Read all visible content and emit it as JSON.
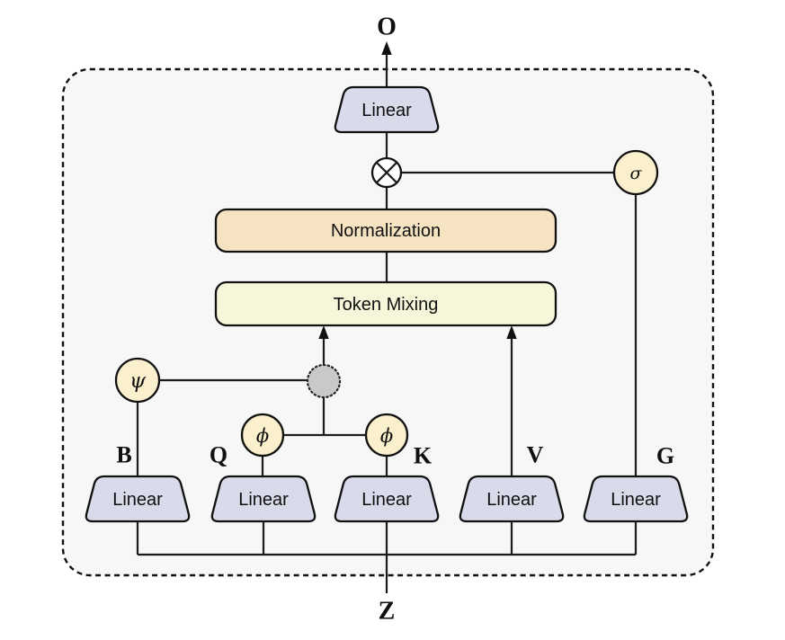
{
  "diagram": {
    "title": "gated-token-mixing-block",
    "output_label": "O",
    "input_label": "Z",
    "blocks": {
      "linear": "Linear",
      "normalization": "Normalization",
      "token_mixing": "Token Mixing"
    },
    "branch_labels": {
      "b": "B",
      "q": "Q",
      "k": "K",
      "v": "V",
      "g": "G"
    },
    "operators": {
      "psi": "ψ",
      "phi": "ϕ",
      "sigma": "σ",
      "multiply": "⊗"
    },
    "colors": {
      "container_fill": "#f7f7f7",
      "linear_fill": "#dadbea",
      "normalization_fill": "#f5e3c2",
      "token_mixing_fill": "#f6f6da",
      "operator_fill": "#faf0cd",
      "memory_node_fill": "#c9c9c9",
      "multiply_fill": "#ffffff",
      "stroke": "#111111"
    }
  }
}
